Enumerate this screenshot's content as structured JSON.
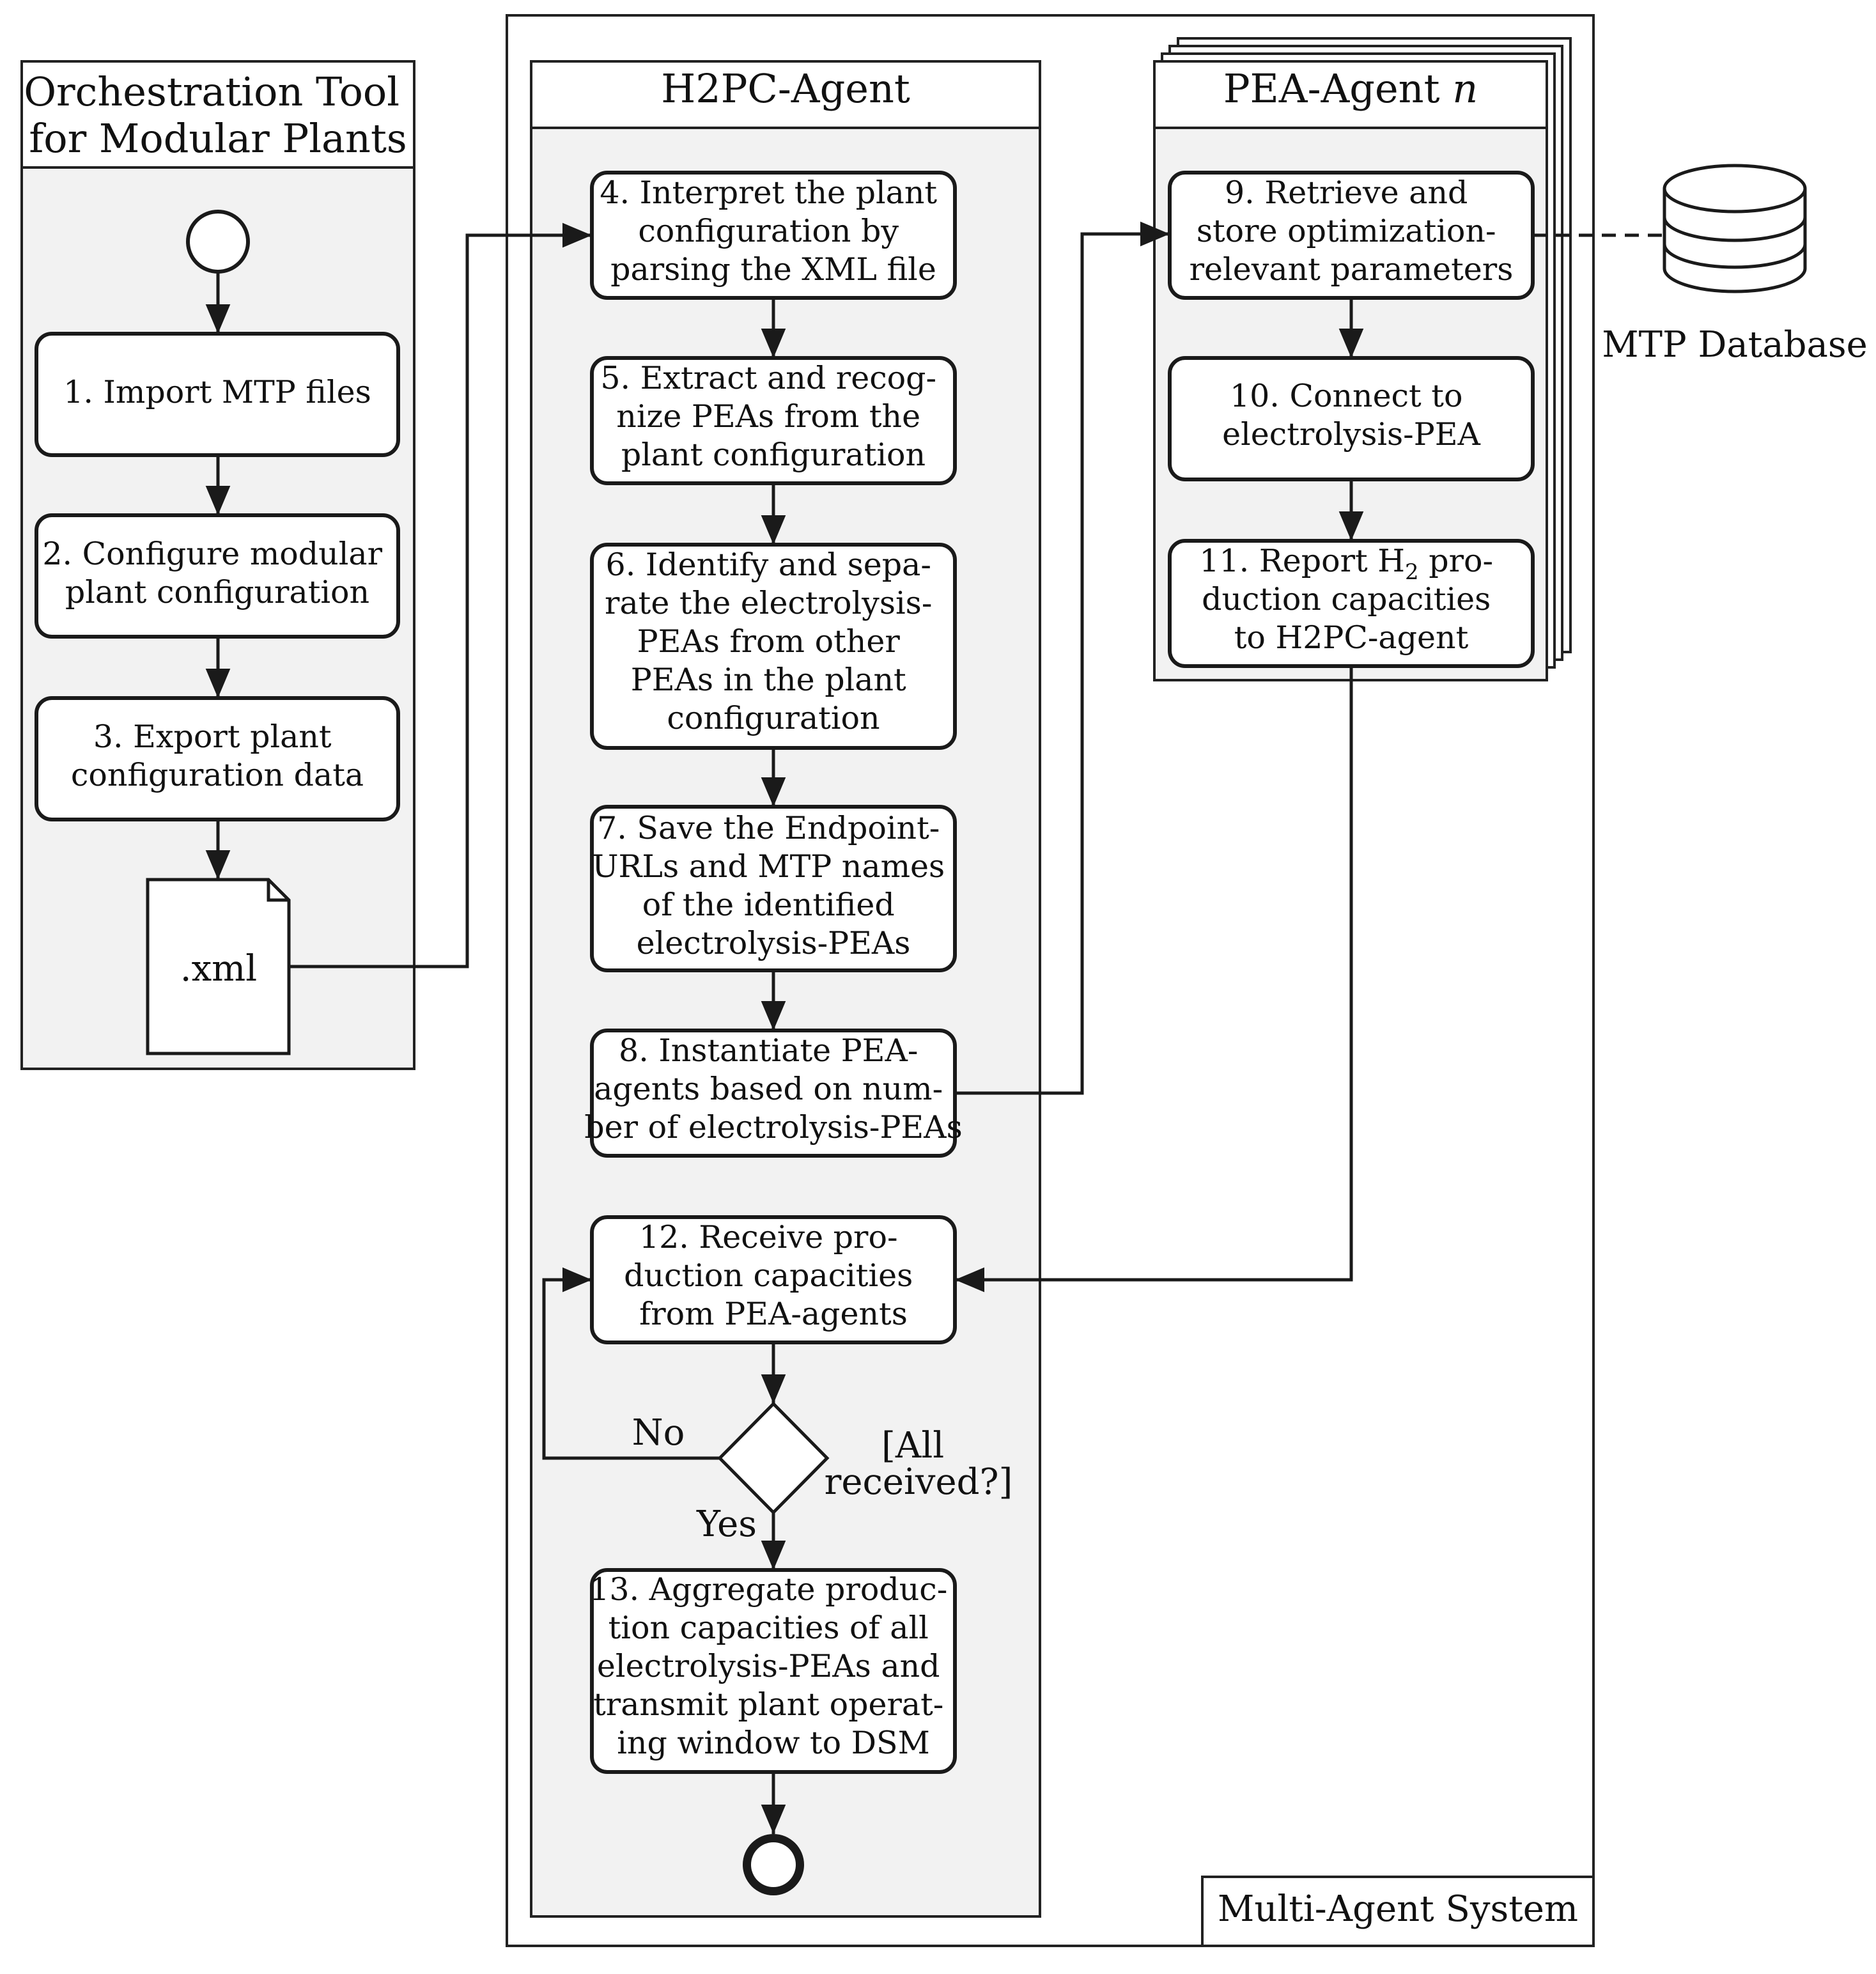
{
  "lanes": {
    "orchestration": {
      "title_lines": [
        "Orchestration Tool",
        "for Modular Plants"
      ]
    },
    "h2pc": {
      "title": "H2PC-Agent"
    },
    "pea": {
      "title": "PEA-Agent ",
      "title_italic": "n"
    },
    "mas": {
      "label": "Multi-Agent System"
    }
  },
  "steps": {
    "s1": {
      "lines": [
        "1.  Import MTP files"
      ]
    },
    "s2": {
      "lines": [
        "2.  Configure modular",
        "plant configuration"
      ]
    },
    "s3": {
      "lines": [
        "3.  Export plant",
        "configuration data"
      ]
    },
    "s4": {
      "lines": [
        "4.  Interpret the plant",
        "configuration by",
        "parsing the XML file"
      ]
    },
    "s5": {
      "lines": [
        "5.  Extract and recog-",
        "nize PEAs from the",
        "plant configuration"
      ]
    },
    "s6": {
      "lines": [
        "6.  Identify and sepa-",
        "rate the electrolysis-",
        "PEAs from other",
        "PEAs in the plant",
        "configuration"
      ]
    },
    "s7": {
      "lines": [
        "7.  Save the Endpoint-",
        "URLs and MTP names",
        "of the identified",
        "electrolysis-PEAs"
      ]
    },
    "s8": {
      "lines": [
        "8.  Instantiate PEA-",
        "agents based on num-",
        "ber of electrolysis-PEAs"
      ]
    },
    "s9": {
      "lines": [
        "9.  Retrieve and",
        "store optimization-",
        "relevant parameters"
      ]
    },
    "s10": {
      "lines": [
        "10.  Connect to",
        "electrolysis-PEA"
      ]
    },
    "s11": {
      "line1_a": "11.  Report H",
      "line1_sub": "2",
      "line1_b": " pro-",
      "lines_rest": [
        "duction capacities",
        "to H2PC-agent"
      ]
    },
    "s12": {
      "lines": [
        "12.  Receive pro-",
        "duction capacities",
        "from PEA-agents"
      ]
    },
    "s13": {
      "lines": [
        "13.  Aggregate produc-",
        "tion capacities of all",
        "electrolysis-PEAs and",
        "transmit plant operat-",
        "ing window to DSM"
      ]
    }
  },
  "file_label": ".xml",
  "database_label": "MTP Database",
  "decision": {
    "condition_lines": [
      "[All",
      "received?]"
    ],
    "no_label": "No",
    "yes_label": "Yes"
  }
}
